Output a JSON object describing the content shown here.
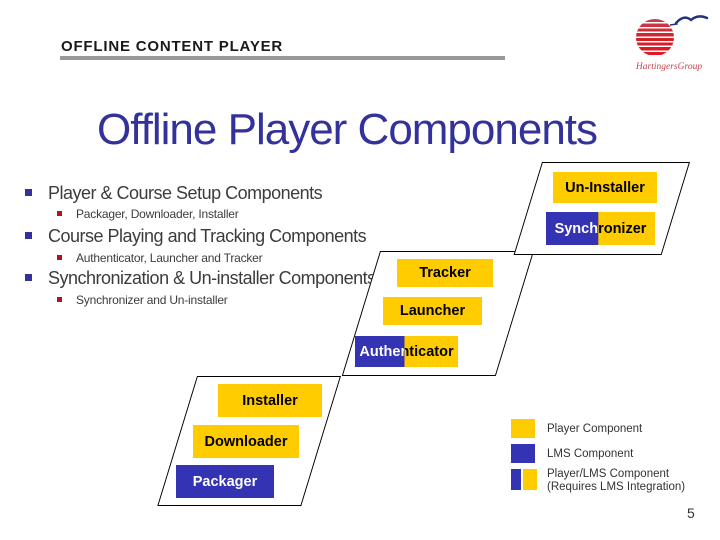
{
  "header": {
    "label": "OFFLINE CONTENT PLAYER"
  },
  "logo": {
    "company": "HartingersGroup"
  },
  "title": "Offline Player Components",
  "bullets": {
    "items": [
      {
        "label": "Player & Course Setup Components",
        "sub": "Packager, Downloader, Installer"
      },
      {
        "label": "Course Playing and Tracking Components",
        "sub": "Authenticator, Launcher and Tracker"
      },
      {
        "label": "Synchronization & Un-installer Components",
        "sub": "Synchronizer and Un-installer"
      }
    ]
  },
  "diagram": {
    "un_installer": "Un-Installer",
    "synchronizer": "Synchronizer",
    "tracker": "Tracker",
    "launcher": "Launcher",
    "authenticator": "Authenticator",
    "installer": "Installer",
    "downloader": "Downloader",
    "packager": "Packager"
  },
  "legend": {
    "player": "Player Component",
    "lms": "LMS Component",
    "split_line1": "Player/LMS Component",
    "split_line2": "(Requires LMS Integration)"
  },
  "page_number": "5",
  "colors": {
    "player_component_yellow": "#FFCC00",
    "lms_component_blue": "#3333B3",
    "title_blue": "#32329A",
    "sub_bullet_red": "#B01318",
    "header_rule_gray": "#999999"
  }
}
